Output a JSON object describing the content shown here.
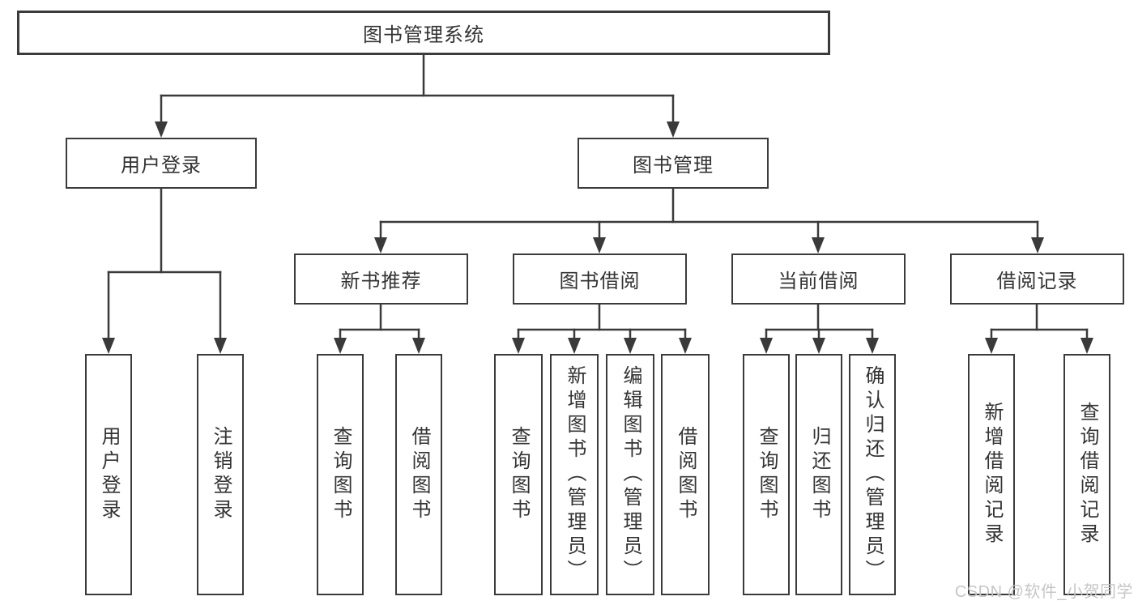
{
  "diagram": {
    "root": {
      "label": "图书管理系统"
    },
    "level2": [
      {
        "id": "user-login",
        "label": "用户登录"
      },
      {
        "id": "book-management",
        "label": "图书管理"
      }
    ],
    "level3": [
      {
        "id": "new-book-recommend",
        "label": "新书推荐"
      },
      {
        "id": "book-borrow",
        "label": "图书借阅"
      },
      {
        "id": "current-borrow",
        "label": "当前借阅"
      },
      {
        "id": "borrow-records",
        "label": "借阅记录"
      }
    ],
    "leaves": {
      "user_login": [
        "用户登录",
        "注销登录"
      ],
      "new_book_recommend": [
        "查询图书",
        "借阅图书"
      ],
      "book_borrow": [
        "查询图书",
        "新增图书（管理员）",
        "编辑图书（管理员）",
        "借阅图书"
      ],
      "current_borrow": [
        "查询图书",
        "归还图书",
        "确认归还（管理员）"
      ],
      "borrow_records": [
        "新增借阅记录",
        "查询借阅记录"
      ]
    },
    "colors": {
      "line": "#3a3a3a",
      "text": "#333333",
      "background": "#ffffff",
      "watermark": "#c6c6c6"
    }
  },
  "watermark": {
    "text": "CSDN @软件_小贺同学"
  }
}
